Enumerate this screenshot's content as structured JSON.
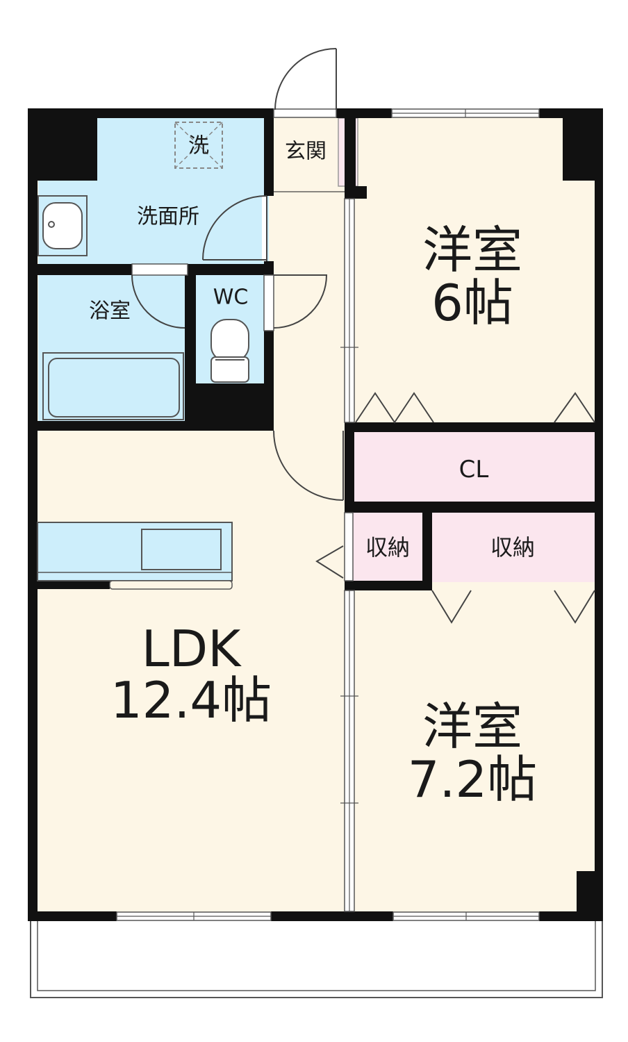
{
  "rooms": {
    "western_room_1": {
      "name": "洋室",
      "size": "6帖"
    },
    "western_room_2": {
      "name": "洋室",
      "size": "7.2帖"
    },
    "ldk": {
      "name": "LDK",
      "size": "12.4帖"
    },
    "closet": "CL",
    "storage_1": "収納",
    "storage_2": "収納",
    "entrance": "玄関",
    "washroom": "洗面所",
    "bathroom": "浴室",
    "toilet": "WC",
    "washer": "洗"
  },
  "colors": {
    "wall": "#111111",
    "water_area": "#cdeefb",
    "room_floor": "#fdf6e6",
    "storage_floor": "#fbe6ee",
    "entrance_floor": "#fdf6e6",
    "window_line": "#555555"
  }
}
